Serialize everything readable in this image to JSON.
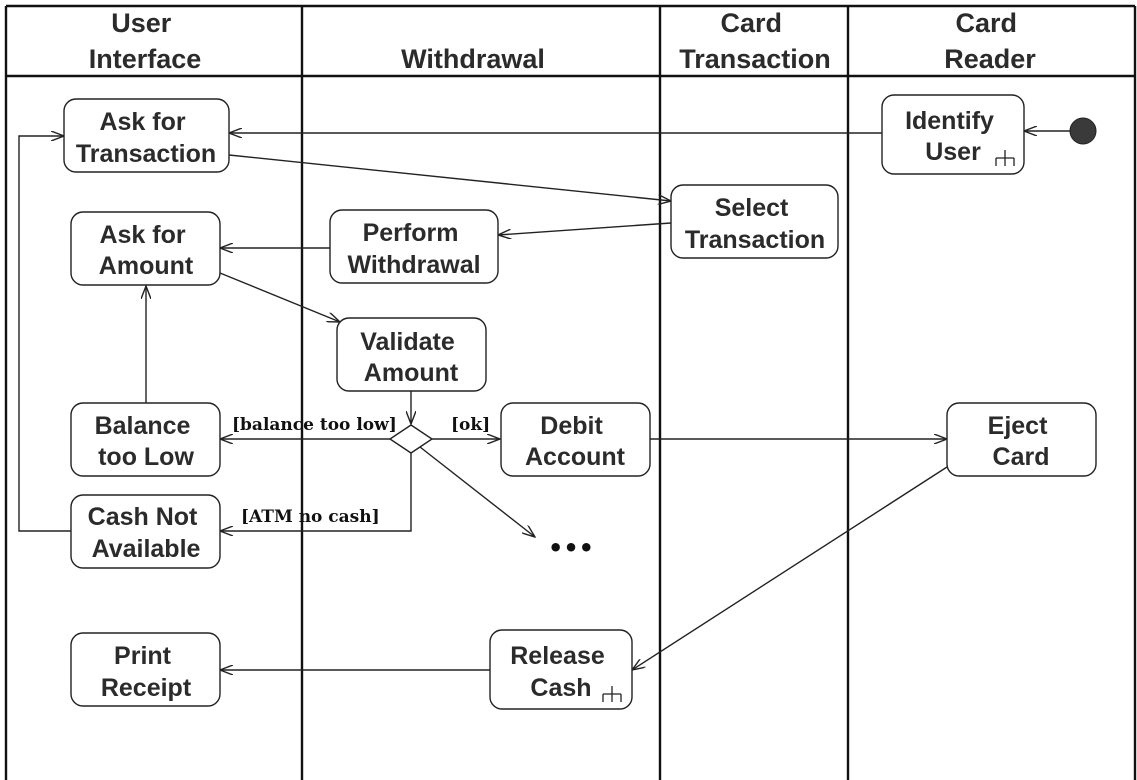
{
  "lanes": [
    {
      "id": "ui",
      "lines": [
        "User",
        "Interface"
      ]
    },
    {
      "id": "wd",
      "lines": [
        "",
        "Withdrawal"
      ]
    },
    {
      "id": "ct",
      "lines": [
        "Card",
        "Transaction"
      ]
    },
    {
      "id": "cr",
      "lines": [
        "Card",
        "Reader"
      ]
    }
  ],
  "nodes": {
    "ask_transaction": {
      "lines": [
        "Ask for",
        "Transaction"
      ]
    },
    "identify_user": {
      "lines": [
        "Identify",
        "User"
      ]
    },
    "select_transaction": {
      "lines": [
        "Select",
        "Transaction"
      ]
    },
    "ask_amount": {
      "lines": [
        "Ask for",
        "Amount"
      ]
    },
    "perform_withdrawal": {
      "lines": [
        "Perform",
        "Withdrawal"
      ]
    },
    "validate_amount": {
      "lines": [
        "Validate",
        "Amount"
      ]
    },
    "balance_too_low": {
      "lines": [
        "Balance",
        "too Low"
      ]
    },
    "debit_account": {
      "lines": [
        "Debit",
        "Account"
      ]
    },
    "eject_card": {
      "lines": [
        "Eject",
        "Card"
      ]
    },
    "cash_not_available": {
      "lines": [
        "Cash Not",
        "Available"
      ]
    },
    "print_receipt": {
      "lines": [
        "Print",
        "Receipt"
      ]
    },
    "release_cash": {
      "lines": [
        "Release",
        "Cash"
      ]
    }
  },
  "guards": {
    "balance_too_low": "[balance too low]",
    "ok": "[ok]",
    "atm_no_cash": "[ATM no cash]"
  },
  "continuation": "•••"
}
